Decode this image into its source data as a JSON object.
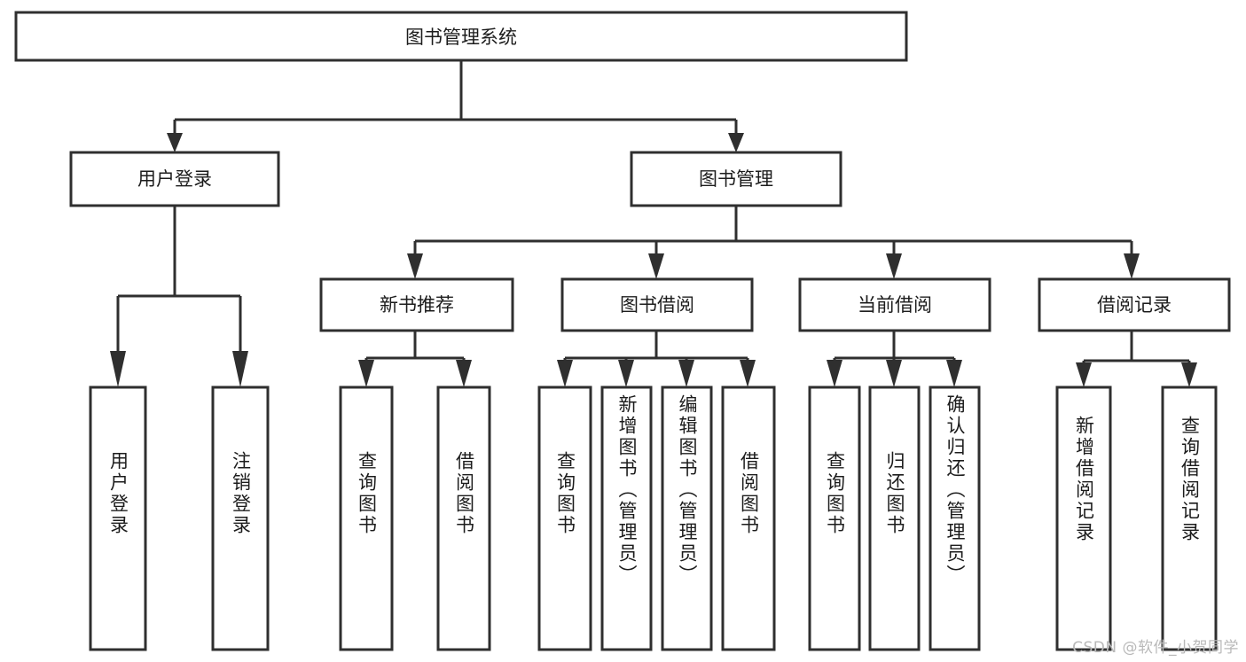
{
  "diagram": {
    "type": "tree",
    "title": "图书管理系统",
    "orientation": "top-down",
    "background_color": "#ffffff",
    "line_color": "#2f2f2f",
    "text_color": "#1c1c1c",
    "watermark": "CSDN @软件_小贺同学",
    "root": {
      "id": "root",
      "label": "图书管理系统",
      "level": 0
    },
    "level1": [
      {
        "id": "user-login",
        "label": "用户登录",
        "level": 1
      },
      {
        "id": "book-manage",
        "label": "图书管理",
        "level": 1
      }
    ],
    "level2": [
      {
        "id": "new-book-recommend",
        "label": "新书推荐",
        "level": 2,
        "parent": "book-manage"
      },
      {
        "id": "book-borrow",
        "label": "图书借阅",
        "level": 2,
        "parent": "book-manage"
      },
      {
        "id": "current-borrow",
        "label": "当前借阅",
        "level": 2,
        "parent": "book-manage"
      },
      {
        "id": "borrow-record",
        "label": "借阅记录",
        "level": 2,
        "parent": "book-manage"
      }
    ],
    "leaves": [
      {
        "id": "leaf-user-login",
        "label": "用户登录",
        "parent": "user-login"
      },
      {
        "id": "leaf-logout-login",
        "label": "注销登录",
        "parent": "user-login"
      },
      {
        "id": "leaf-query-book-1",
        "label": "查询图书",
        "parent": "new-book-recommend"
      },
      {
        "id": "leaf-borrow-book-1",
        "label": "借阅图书",
        "parent": "new-book-recommend"
      },
      {
        "id": "leaf-query-book-2",
        "label": "查询图书",
        "parent": "book-borrow"
      },
      {
        "id": "leaf-add-book-admin",
        "label": "新增图书（管理员）",
        "parent": "book-borrow"
      },
      {
        "id": "leaf-edit-book-admin",
        "label": "编辑图书（管理员）",
        "parent": "book-borrow"
      },
      {
        "id": "leaf-borrow-book-2",
        "label": "借阅图书",
        "parent": "book-borrow"
      },
      {
        "id": "leaf-query-book-3",
        "label": "查询图书",
        "parent": "current-borrow"
      },
      {
        "id": "leaf-return-book",
        "label": "归还图书",
        "parent": "current-borrow"
      },
      {
        "id": "leaf-confirm-return-admin",
        "label": "确认归还（管理员）",
        "parent": "current-borrow"
      },
      {
        "id": "leaf-add-borrow-record",
        "label": "新增借阅记录",
        "parent": "borrow-record"
      },
      {
        "id": "leaf-query-borrow-record",
        "label": "查询借阅记录",
        "parent": "borrow-record"
      }
    ]
  }
}
